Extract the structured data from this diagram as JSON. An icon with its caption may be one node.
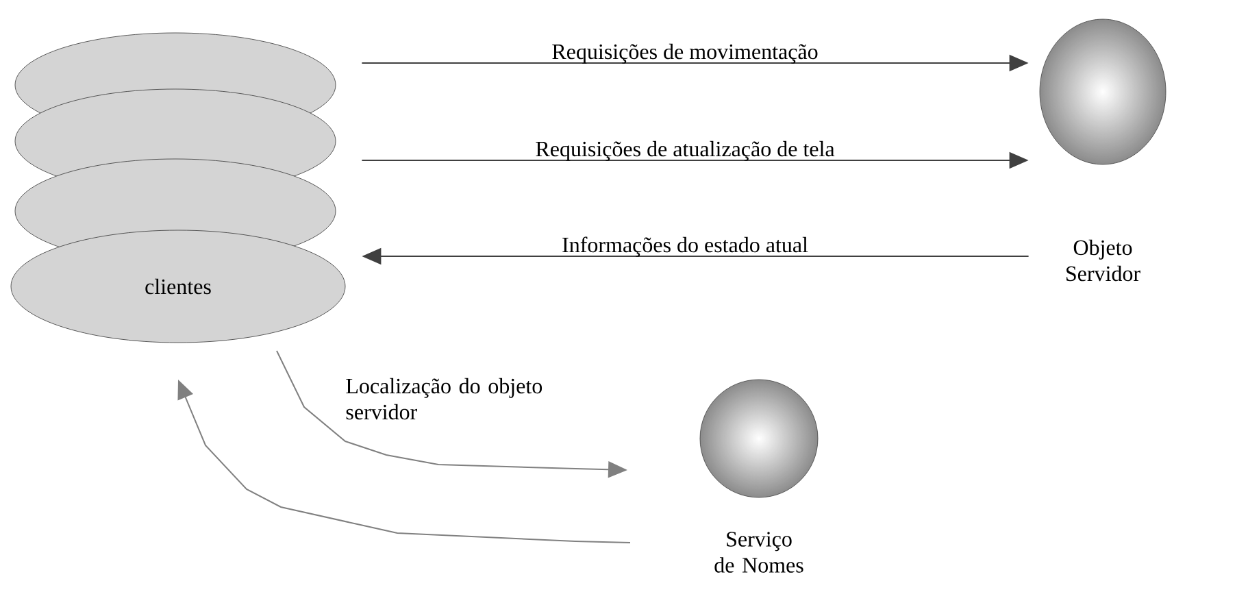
{
  "diagram": {
    "nodes": [
      {
        "text": [
          "clientes"
        ]
      },
      {
        "text": [
          "Objeto Servidor"
        ]
      },
      {
        "text": [
          "Serviço de Nomes"
        ]
      }
    ],
    "edges": [
      {
        "from": 0,
        "to": 1,
        "arrow": "to",
        "label": "Requisições de movimentação"
      },
      {
        "from": 0,
        "to": 1,
        "arrow": "to",
        "label": "Requisições de atualização de tela"
      },
      {
        "from": 1,
        "to": 0,
        "arrow": "to",
        "label": "Informações do estado atual"
      },
      {
        "from": 0,
        "to": 2,
        "arrow": "to",
        "label": "Localização do objeto servidor",
        "color": "#808080"
      },
      {
        "from": 2,
        "to": 0,
        "arrow": "to",
        "color": "#808080"
      }
    ]
  }
}
